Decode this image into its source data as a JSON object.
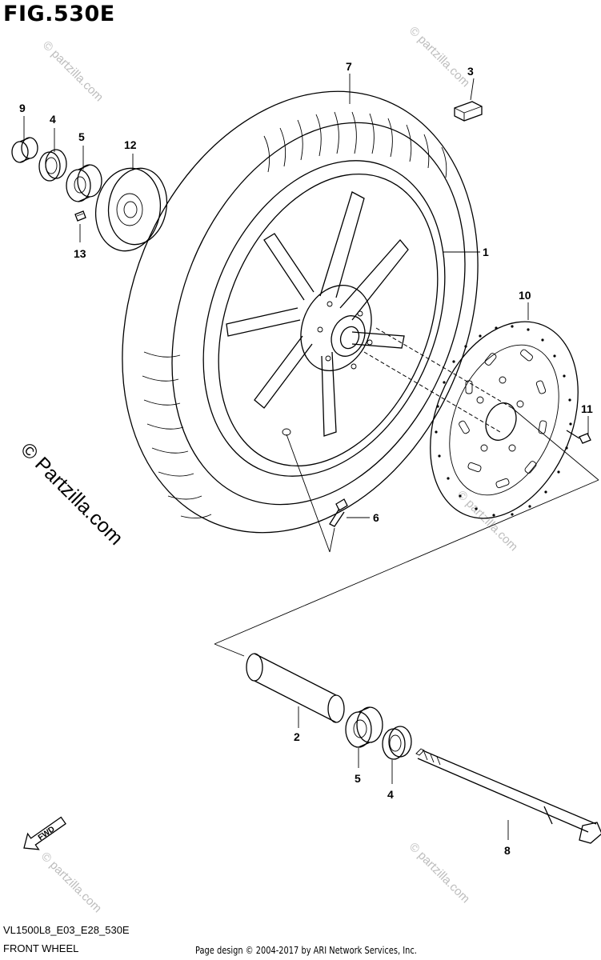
{
  "figure": {
    "title": "FIG.530E",
    "diagram_code": "VL1500L8_E03_E28_530E",
    "diagram_name": "FRONT WHEEL",
    "credit": "Page design © 2004-2017 by ARI Network Services, Inc."
  },
  "watermark": {
    "text": "© Partzilla.com",
    "text_small": "© partzilla.com"
  },
  "fwd_label": "FWD",
  "callouts": {
    "c1": "1",
    "c2": "2",
    "c3": "3",
    "c4a": "4",
    "c4b": "4",
    "c5a": "5",
    "c5b": "5",
    "c6": "6",
    "c7": "7",
    "c8": "8",
    "c9": "9",
    "c10": "10",
    "c11": "11",
    "c12": "12",
    "c13": "13"
  }
}
